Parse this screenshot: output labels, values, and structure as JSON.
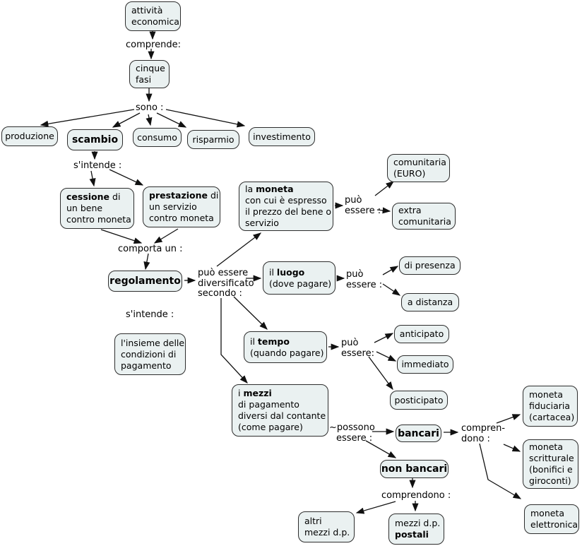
{
  "title": "mappa concettuale attività economica",
  "colors": {
    "background": "#ffffff",
    "node_fill": "#eaf1f1",
    "node_border": "#2d2d2d",
    "connector": "#111111",
    "text": "#000000"
  },
  "nodes": {
    "attivita": {
      "l1": "attività",
      "l2": "economica"
    },
    "cinque": {
      "l1": "cinque",
      "l2": "fasi"
    },
    "produzione": {
      "t": "produzione"
    },
    "scambio": {
      "t": "scambio"
    },
    "consumo": {
      "t": "consumo"
    },
    "risparmio": {
      "t": "risparmio"
    },
    "investimento": {
      "t": "investimento"
    },
    "cessione": {
      "b": "cessione",
      "r": " di",
      "l2": "un bene",
      "l3": "contro moneta"
    },
    "prestazione": {
      "b": "prestazione",
      "r": " di",
      "l2": "un servizio",
      "l3": "contro moneta"
    },
    "regolamento": {
      "t": "regolamento"
    },
    "insieme": {
      "l1": "l'insieme delle",
      "l2": "condizioni di",
      "l3": "pagamento"
    },
    "moneta": {
      "r1": "la ",
      "b": "moneta",
      "l2": "con cui è espresso",
      "l3": "il prezzo del bene o",
      "l4": "servizio"
    },
    "comunitaria": {
      "l1": "comunitaria",
      "l2": "(EURO)"
    },
    "extra": {
      "l1": "extra",
      "l2": "comunitaria"
    },
    "luogo": {
      "r1": "il ",
      "b": "luogo",
      "l2": "(dove pagare)"
    },
    "dipresenza": {
      "t": "di presenza"
    },
    "adistanza": {
      "t": "a distanza"
    },
    "tempo": {
      "r1": "il ",
      "b": "tempo",
      "l2": "(quando pagare)"
    },
    "anticipato": {
      "t": "anticipato"
    },
    "immediato": {
      "t": "immediato"
    },
    "posticipato": {
      "t": "posticipato"
    },
    "mezzi": {
      "r1": "i ",
      "b": "mezzi",
      "l2": "di pagamento",
      "l3": "diversi dal contante",
      "l4": "(come pagare)"
    },
    "bancari": {
      "t": "bancari"
    },
    "nonbancari": {
      "t": "non bancari"
    },
    "fiduciaria": {
      "l1": "moneta",
      "l2": "fiduciaria",
      "l3": "(cartacea)"
    },
    "scritturale": {
      "l1": "moneta",
      "l2": "scritturale",
      "l3": "(bonifici e",
      "l4": "giroconti)"
    },
    "elettronica": {
      "l1": "moneta",
      "l2": "elettronica"
    },
    "altri": {
      "l1": "altri",
      "l2": "mezzi d.p."
    },
    "postali": {
      "l1": "mezzi d.p.",
      "b2": "postali"
    }
  },
  "labels": {
    "comprende": "comprende:",
    "sono": "sono :",
    "sintende1": "s'intende :",
    "comporta": "comporta un :",
    "puo_div": {
      "l1": "può essere",
      "l2": "diversificato",
      "l3": "secondo :"
    },
    "sintende2": "s'intende :",
    "puo1": {
      "l1": "può",
      "l2": "essere :"
    },
    "puo2": {
      "l1": "può",
      "l2": "essere :"
    },
    "puo3": {
      "l1": "può",
      "l2": "essere:"
    },
    "possono": {
      "l1": "~possono",
      "l2": "essere :"
    },
    "comprendono1": {
      "l1": "compren-",
      "l2": "dono :"
    },
    "comprendono2": "comprendono :"
  }
}
